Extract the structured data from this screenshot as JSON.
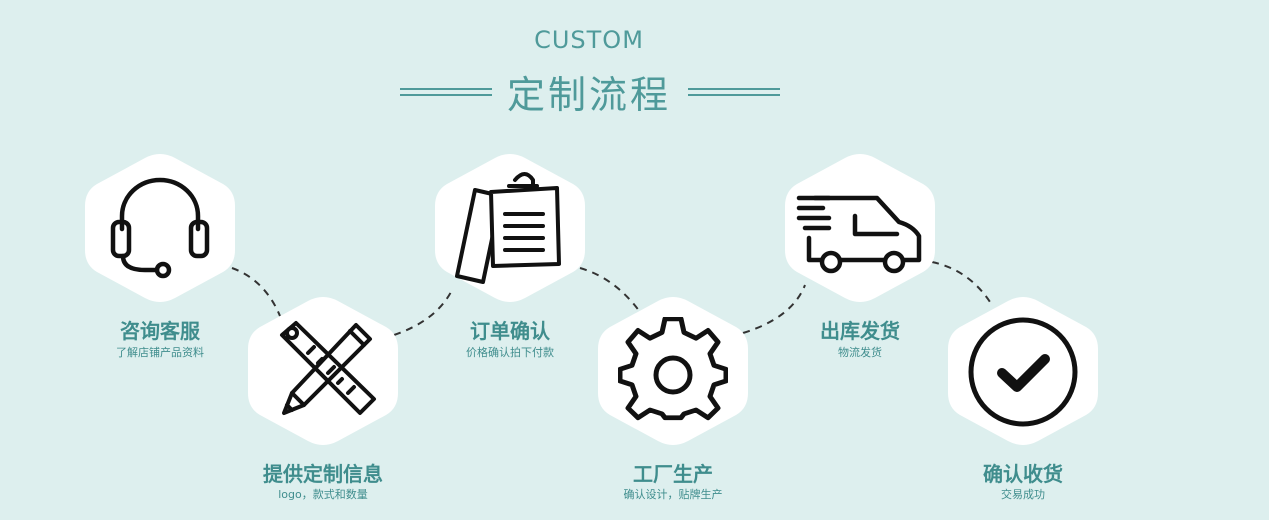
{
  "header": {
    "subtitle_en": "CUSTOM",
    "title_cn": "定制流程"
  },
  "steps": [
    {
      "title": "咨询客服",
      "desc": "了解店铺产品资料",
      "icon": "headset-icon"
    },
    {
      "title": "提供定制信息",
      "desc": "logo，款式和数量",
      "icon": "pencil-ruler-icon"
    },
    {
      "title": "订单确认",
      "desc": "价格确认拍下付款",
      "icon": "documents-icon"
    },
    {
      "title": "工厂生产",
      "desc": "确认设计，贴牌生产",
      "icon": "gear-icon"
    },
    {
      "title": "出库发货",
      "desc": "物流发货",
      "icon": "delivery-truck-icon"
    },
    {
      "title": "确认收货",
      "desc": "交易成功",
      "icon": "checkmark-circle-icon"
    }
  ],
  "colors": {
    "background": "#ddefee",
    "accent": "#4f9a9a",
    "hexagon": "#ffffff",
    "icon": "#111111"
  }
}
